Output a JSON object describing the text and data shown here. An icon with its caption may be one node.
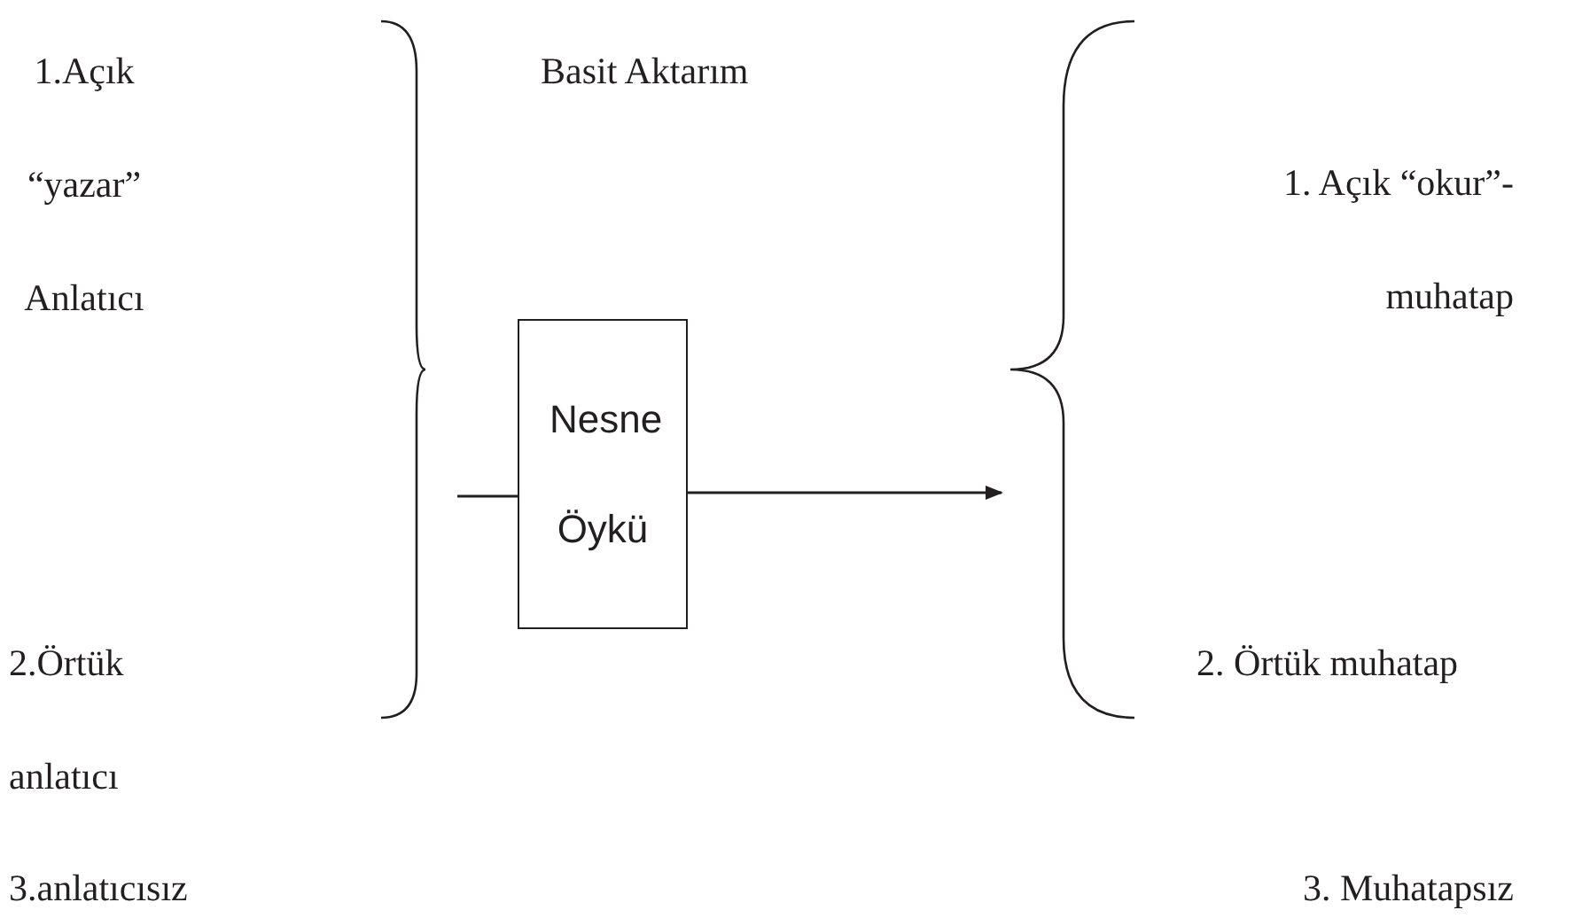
{
  "diagram": {
    "nodes": [
      {
        "text": [],
        "shape": "brace"
      },
      {
        "text": [
          "Nesne Öykü"
        ]
      },
      {
        "text": [],
        "shape": "brace"
      }
    ],
    "edges": [
      {
        "from": 0,
        "to": 1,
        "arrow": "none"
      },
      {
        "from": 1,
        "to": 2,
        "arrow": "to"
      }
    ],
    "labels": [
      "1.Açık “yazar” Anlatıcı",
      "Basit Aktarım",
      "1. Açık “okur”- muhatap",
      "2.Örtük anlatıcı",
      "2. Örtük muhatap",
      "3.anlatıcısız",
      "3. Muhatapsız"
    ]
  }
}
